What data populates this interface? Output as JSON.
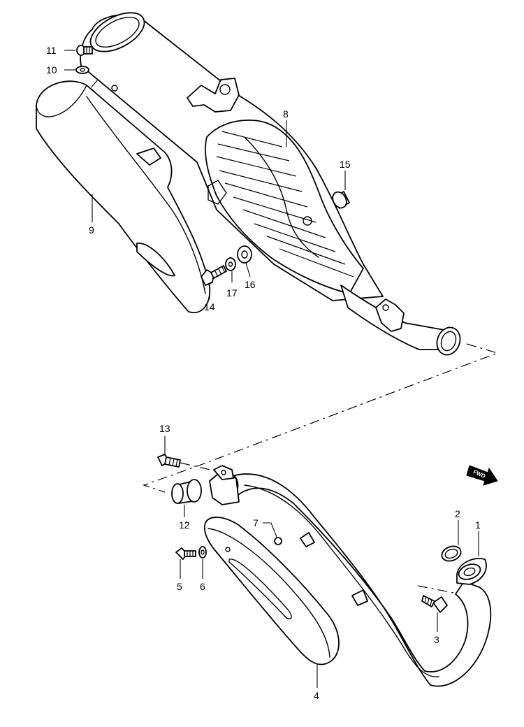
{
  "callouts": {
    "p1": "1",
    "p2": "2",
    "p3": "3",
    "p4": "4",
    "p5": "5",
    "p6": "6",
    "p7": "7",
    "p8": "8",
    "p9": "9",
    "p10": "10",
    "p11": "11",
    "p12": "12",
    "p13": "13",
    "p14": "14",
    "p15": "15",
    "p16": "16",
    "p17": "17"
  },
  "direction_badge": {
    "label": "FWD"
  },
  "colors": {
    "line": "#000000",
    "background": "#ffffff"
  }
}
